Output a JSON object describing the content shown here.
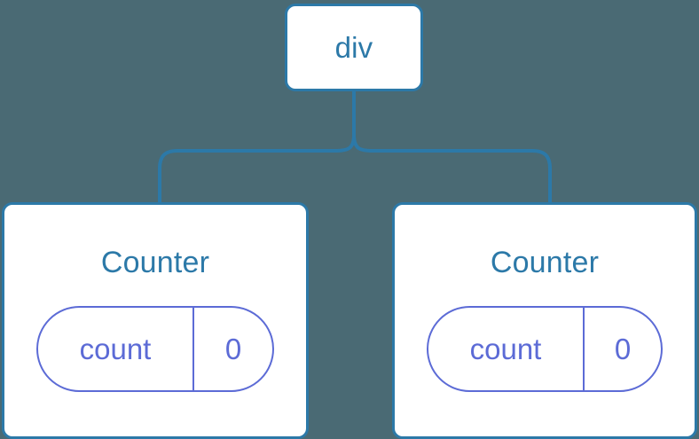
{
  "diagram": {
    "type": "component-tree",
    "background_color": "#4a6a74",
    "node_border_color": "#2c79a8",
    "node_fill_color": "#ffffff",
    "node_label_color": "#2c79a8",
    "state_pill_color": "#5c6bd6",
    "connector_color": "#2c79a8"
  },
  "root": {
    "label": "div"
  },
  "children": [
    {
      "label": "Counter",
      "state": {
        "key": "count",
        "value": "0"
      }
    },
    {
      "label": "Counter",
      "state": {
        "key": "count",
        "value": "0"
      }
    }
  ]
}
